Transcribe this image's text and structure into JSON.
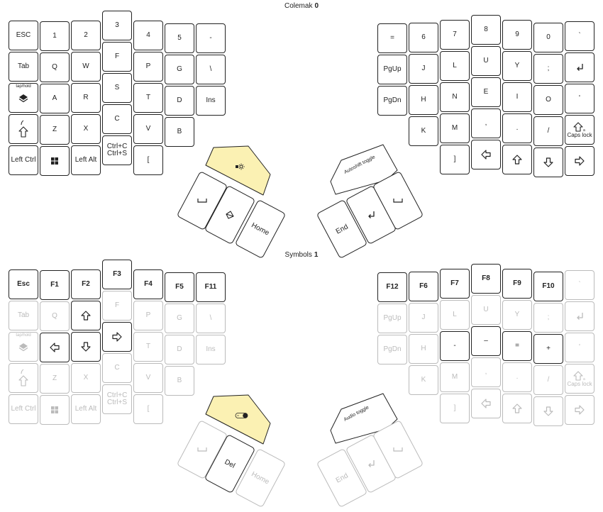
{
  "layers": [
    {
      "name": "Colemak",
      "index": "0",
      "left": [
        [
          "ESC",
          "1",
          "2",
          "3",
          "4",
          "5",
          "-"
        ],
        [
          "Tab",
          "Q",
          "W",
          "F",
          "P",
          "G",
          "\\"
        ],
        [
          "layer-icon",
          "A",
          "R",
          "S",
          "T",
          "D",
          "Ins"
        ],
        [
          "shift-icon",
          "Z",
          "X",
          "C",
          "V",
          "B",
          ""
        ],
        [
          "Left Ctrl",
          "windows-icon",
          "Left Alt",
          "Ctrl+C\nCtrl+S",
          "[",
          "",
          ""
        ]
      ],
      "right": [
        [
          "=",
          "6",
          "7",
          "8",
          "9",
          "0",
          "`"
        ],
        [
          "PgUp",
          "J",
          "L",
          "U",
          "Y",
          ";",
          "enter-icon"
        ],
        [
          "PgDn",
          "H",
          "N",
          "E",
          "I",
          "O",
          "'"
        ],
        [
          "",
          "K",
          "M",
          ",",
          ".",
          "/",
          "capslock-icon"
        ],
        [
          "",
          "",
          "]",
          "arrow-left-icon",
          "arrow-up-icon",
          "arrow-down-icon",
          "arrow-right-icon"
        ]
      ],
      "thumb_left": {
        "top": "brightness-icon",
        "space": "space-icon",
        "mid": "shape-icon",
        "home": "Home"
      },
      "thumb_right": {
        "top": "Autoshift toggle",
        "end": "End",
        "enter": "enter-icon",
        "space": "space-icon"
      },
      "tap_hold_label": "tap/hold",
      "caps_label": "Caps lock"
    },
    {
      "name": "Symbols",
      "index": "1",
      "left": [
        [
          "Esc",
          "F1",
          "F2",
          "F3",
          "F4",
          "F5",
          "F11"
        ],
        [
          "Tab",
          "Q",
          "arrow-up-icon",
          "F",
          "P",
          "G",
          "\\"
        ],
        [
          "layer-icon",
          "arrow-left-icon",
          "arrow-down-icon",
          "arrow-right-icon",
          "T",
          "D",
          "Ins"
        ],
        [
          "shift-icon",
          "Z",
          "X",
          "C",
          "V",
          "B",
          ""
        ],
        [
          "Left Ctrl",
          "windows-icon",
          "Left Alt",
          "Ctrl+C\nCtrl+S",
          "[",
          "",
          ""
        ]
      ],
      "right": [
        [
          "F12",
          "F6",
          "F7",
          "F8",
          "F9",
          "F10",
          "`"
        ],
        [
          "PgUp",
          "J",
          "L",
          "U",
          "Y",
          ";",
          "enter-icon"
        ],
        [
          "PgDn",
          "H",
          "-",
          "–",
          "=",
          "+",
          "'"
        ],
        [
          "",
          "K",
          "M",
          ",",
          ".",
          "/",
          "capslock-icon"
        ],
        [
          "",
          "",
          "]",
          "arrow-left-icon",
          "arrow-up-icon",
          "arrow-down-icon",
          "arrow-right-icon"
        ]
      ],
      "thumb_left": {
        "top": "toggle-icon",
        "space": "space-icon",
        "mid": "Del",
        "home": "Home"
      },
      "thumb_right": {
        "top": "Audio toggle",
        "end": "End",
        "enter": "enter-icon",
        "space": "space-icon"
      },
      "tap_hold_label": "tap/hold",
      "caps_label": "Caps lock"
    }
  ],
  "colors": {
    "border": "#222222",
    "faded": "#bbbbbb",
    "highlight": "#fbf1b3"
  }
}
